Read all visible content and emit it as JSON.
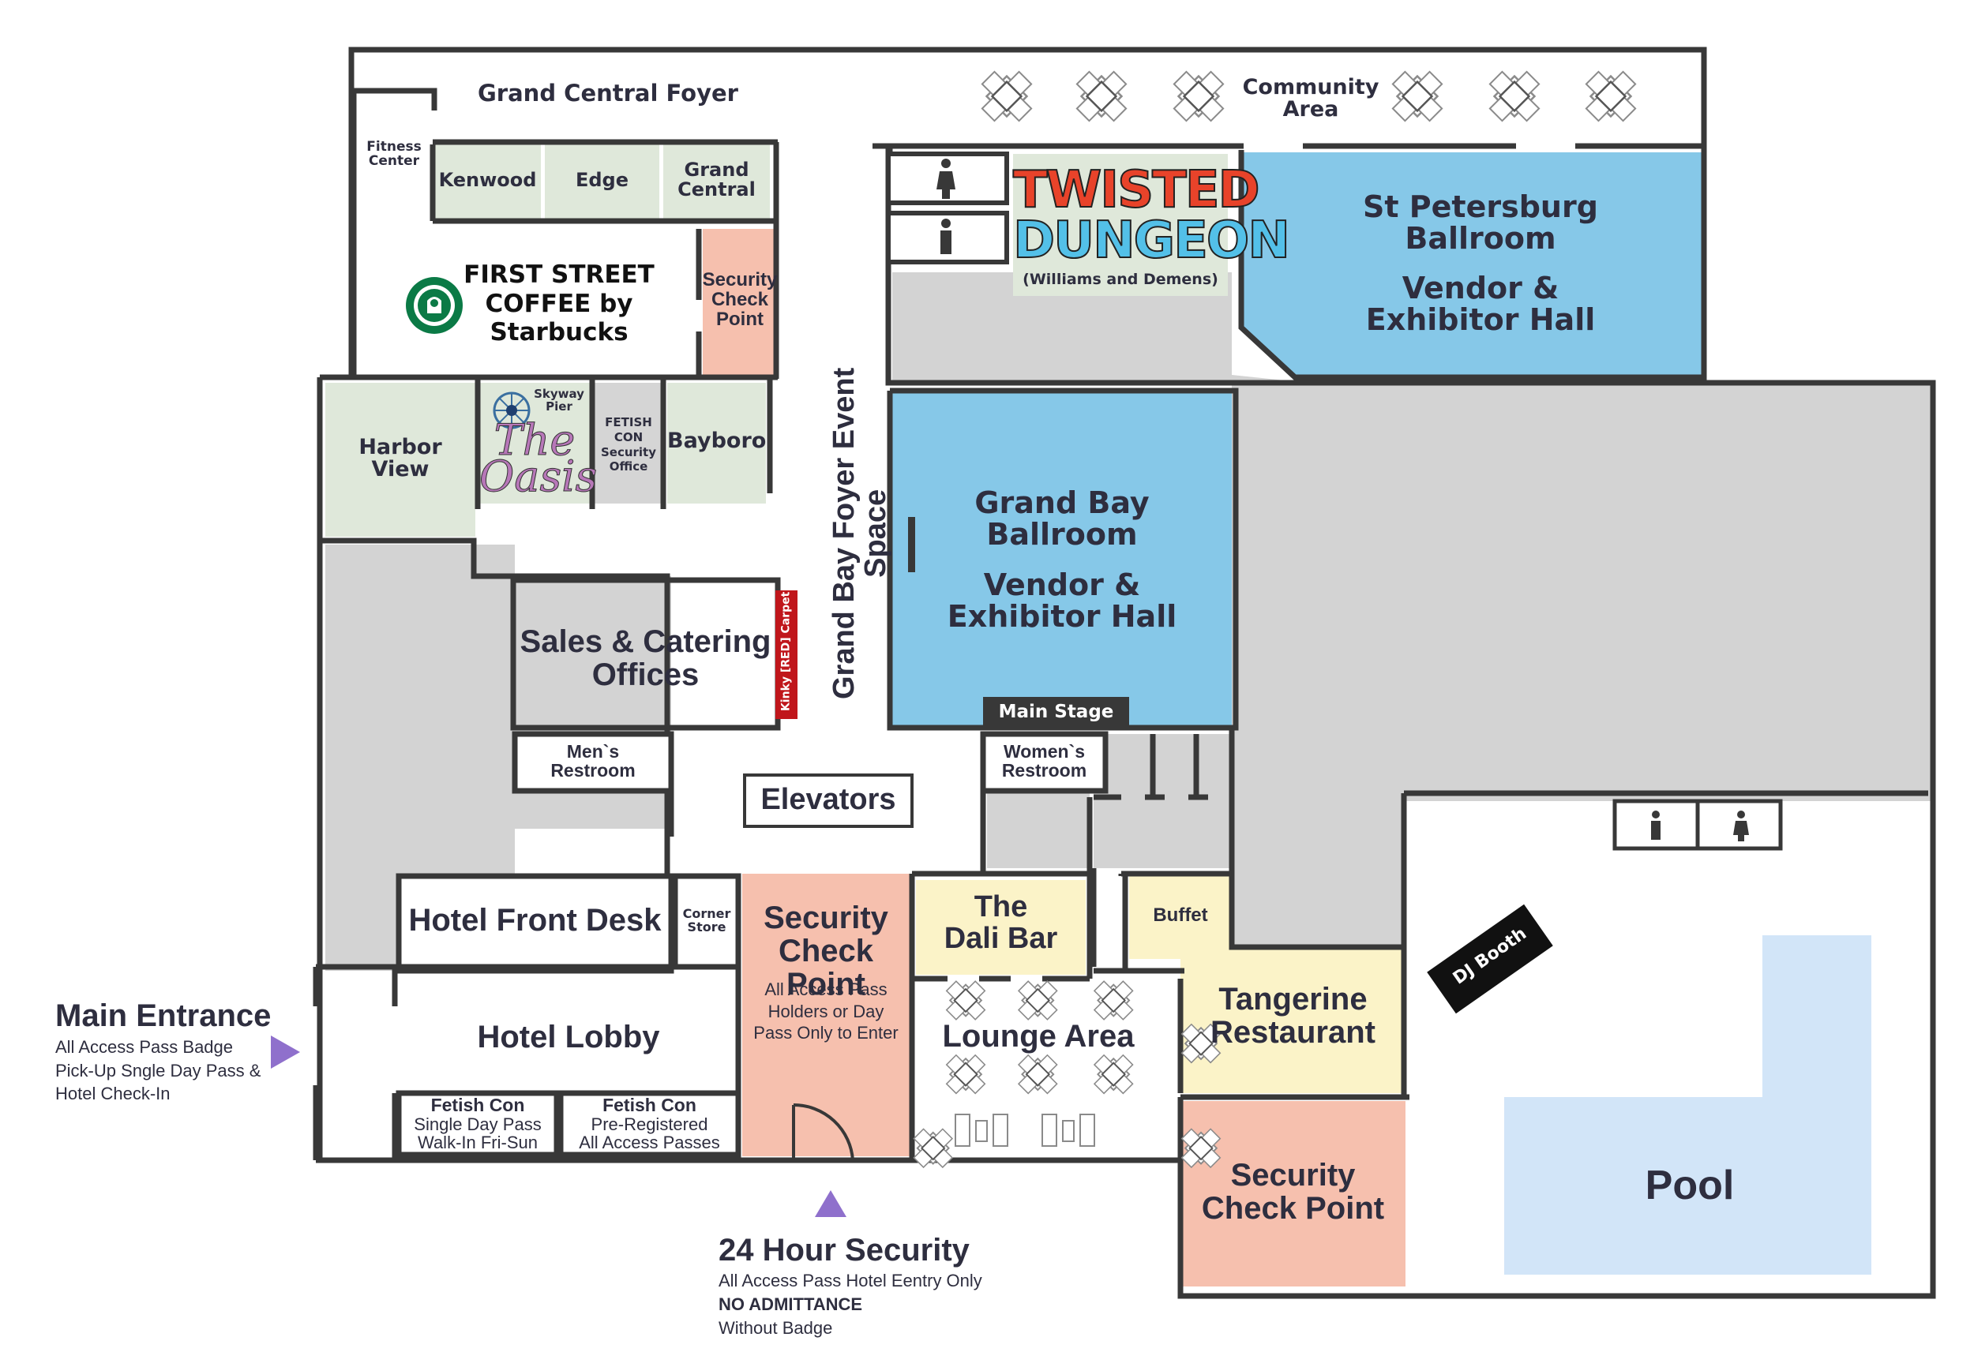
{
  "map": {
    "areas": {
      "grand_central_foyer": "Grand Central Foyer",
      "fitness_center": "Fitness\nCenter",
      "kenwood": "Kenwood",
      "edge": "Edge",
      "grand_central": "Grand\nCentral",
      "community_area": "Community\nArea",
      "first_street": "FIRST STREET\nCOFFEE by\nStarbucks",
      "security_check_small": "Security\nCheck\nPoint",
      "twisted_line1": "TWISTED",
      "twisted_line2": "DUNGEON",
      "twisted_sub": "(Williams and Demens)",
      "st_petersburg": "St Petersburg\nBallroom",
      "st_petersburg_sub": "Vendor &\nExhibitor Hall",
      "harbor_view": "Harbor\nView",
      "skyway_pier": "Skyway\nPier",
      "the_oasis": "The\nOasis",
      "fetish_office": "FETISH\nCON\nSecurity\nOffice",
      "bayboro": "Bayboro",
      "foyer_event_space": "Grand Bay Foyer Event Space",
      "grand_bay": "Grand Bay\nBallroom",
      "grand_bay_sub": "Vendor &\nExhibitor Hall",
      "sales_catering": "Sales & Catering\nOffices",
      "red_carpet": "Kinky [RED] Carpet",
      "main_stage": "Main Stage",
      "mens_restroom": "Men`s\nRestroom",
      "womens_restroom": "Women`s\nRestroom",
      "elevators": "Elevators",
      "hotel_front_desk": "Hotel Front Desk",
      "corner_store": "Corner\nStore",
      "security_check_main": "Security\nCheck Point",
      "security_check_main_note": "All Access Pass\nHolders or Day\nPass Only to Enter",
      "dali_bar": "The\nDali Bar",
      "buffet": "Buffet",
      "lounge_area": "Lounge Area",
      "tangerine": "Tangerine\nRestaurant",
      "dj_booth": "DJ Booth",
      "hotel_lobby": "Hotel Lobby",
      "single_day_title": "Fetish Con",
      "single_day_note": "Single Day Pass\nWalk-In Fri-Sun",
      "preregistered_title": "Fetish Con",
      "preregistered_note": "Pre-Registered\nAll Access Passes",
      "security_check_pool": "Security\nCheck Point",
      "pool": "Pool"
    },
    "entrances": {
      "main_title": "Main Entrance",
      "main_note": "All Access Pass Badge\nPick-Up Sngle Day Pass &\nHotel Check-In",
      "security_title": "24 Hour Security",
      "security_note1": "All Access Pass Hotel Eentry Only",
      "security_note2": "NO ADMITTANCE",
      "security_note3": "Without Badge"
    },
    "colors": {
      "ballroom_blue": "#86c8e8",
      "pool_blue": "#d2e5f8",
      "room_green": "#dfe8da",
      "security_pink": "#f6c0ae",
      "restaurant_yellow": "#fbf3c8",
      "corridor_gray": "#d3d3d3",
      "wall": "#383838",
      "red_carpet": "#c0161b",
      "arrow_purple": "#8f70cc",
      "twisted_red": "#e8432a",
      "twisted_blue": "#53c0e8"
    }
  }
}
